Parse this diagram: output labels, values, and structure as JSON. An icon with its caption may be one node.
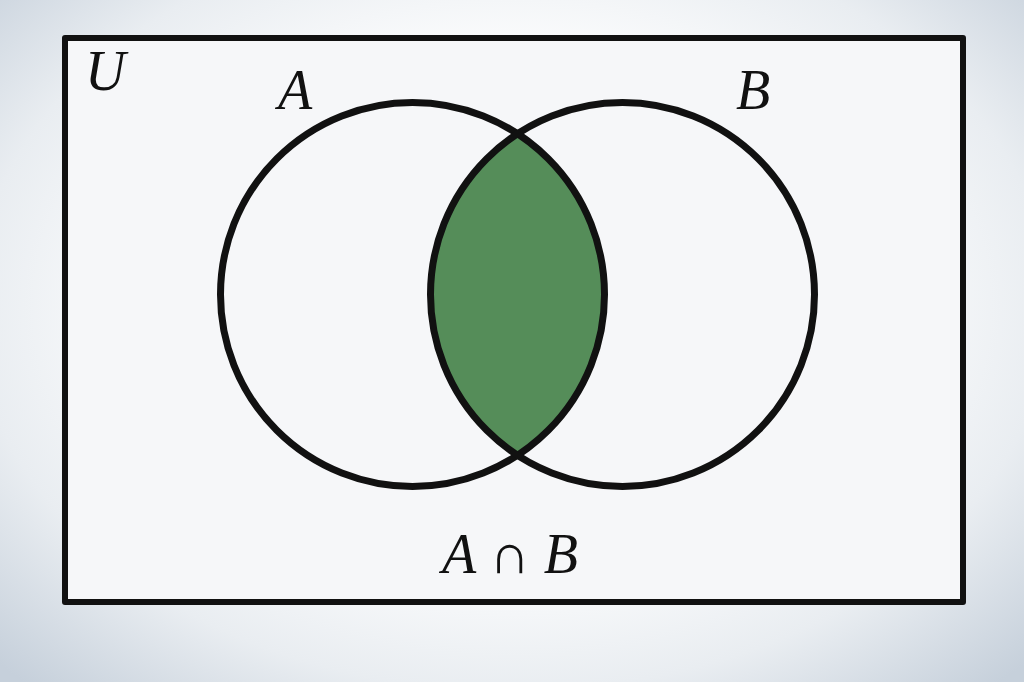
{
  "diagram": {
    "nodes": [
      {
        "text": [
          "U"
        ]
      },
      {
        "text": [
          "A"
        ],
        "in": 0
      },
      {
        "text": [
          "B"
        ],
        "in": 0
      },
      {
        "text": [],
        "shape": "lens"
      }
    ],
    "labels": [
      "A ∩ B"
    ]
  }
}
